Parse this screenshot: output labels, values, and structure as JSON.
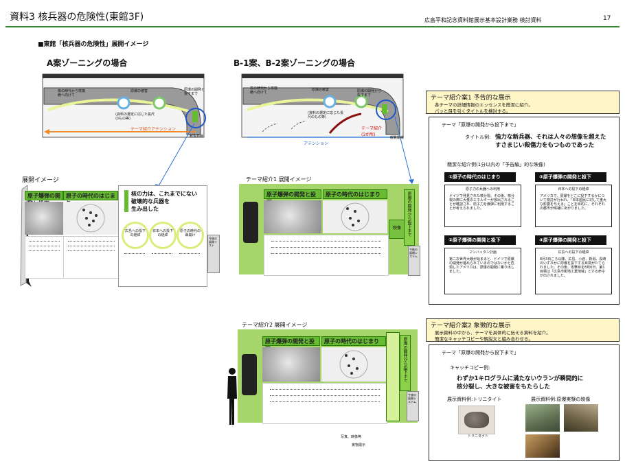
{
  "header": {
    "title": "資料3 核兵器の危険性(東館3F)",
    "subtitle": "広島平和記念資料館展示基本設計業務 検討資料",
    "page_number": "17"
  },
  "section_title": "■東館「核兵器の危険性」展開イメージ",
  "planA": {
    "heading": "A案ゾーニングの場合",
    "label_bomb_dev": "原爆の開発と投下まで",
    "label_atom_age": "核の時代から核廃絶へ向けて",
    "label_damage": "原爆の被害",
    "label_materials": "(資料の選定に応じた長尺のもの等)",
    "label_attention": "テーマ紹介アテンション",
    "label_route": "観覧動線"
  },
  "planB": {
    "heading": "B-1案、B-2案ゾーニングの場合",
    "label_bomb_dev": "原爆の開発から投下まで",
    "label_atom_age": "核の時代から核廃絶へ向けて",
    "label_damage": "原爆の被害",
    "label_materials": "(資料の選定に応じた長尺のもの等)",
    "label_theme": "テーマ紹介(3か所)",
    "label_attention": "アテンション",
    "label_route": "観覧動線"
  },
  "tenkai": {
    "title": "展開イメージ",
    "panel1": "原子爆弾の開発と投下",
    "panel2": "原子の時代のはじまり",
    "copy_line1": "核の力は、これまでにない",
    "copy_line2": "破壊的な兵器を",
    "copy_line3": "生み出した",
    "circle1": "広島への投下の経緯",
    "circle2": "日本への投下の経緯",
    "circle3": "原子の時代の幕開け",
    "side_note": "今後の展開リスト"
  },
  "theme1_scene": {
    "title": "テーマ紹介1 展開イメージ",
    "panel1": "原子爆弾の開発と投下",
    "panel2": "原子の時代のはじまり",
    "video_label": "映像",
    "vertical_label": "原爆の開発から投下まで",
    "side_note": "今後の展開システム"
  },
  "theme2_scene": {
    "title": "テーマ紹介2 展開イメージ",
    "panel1": "原子爆弾の開発と投下",
    "panel2": "原子の時代のはじまり",
    "vertical_label": "原爆の開発から投下まで",
    "side_note": "今後の展開システム",
    "note_photo": "写真、映像等",
    "note_real": "実物展示"
  },
  "theme1_box": {
    "title": "テーマ紹介案1 予告的な展示",
    "desc1": "各テーマの詳細情報のエッセンスを簡潔に紹介。",
    "desc2": "パッと目を引くタイトルを検討する。",
    "theme_line": "テーマ「原爆の開発から投下まで」",
    "title_example_label": "タイトル例:",
    "title_example_1": "強力な新兵器、それは人々の想像を超えた",
    "title_example_2": "すさまじい殺傷力をもつものであった",
    "intro_example": "簡潔な紹介例(1分以内の「予告編」的な映像)",
    "cards": [
      {
        "head": "①原子の時代のはじまり",
        "sub": "原子力の兵器への利用",
        "body": "ドイツで発見された核分裂。その後、核分裂の際に大量のエネルギーが放出されることが確認され、原子力を爆弾に利用することが考えられました。"
      },
      {
        "head": "③原子爆弾の開発と投下",
        "sub": "日本への投下の経緯",
        "body": "アメリカで、原爆をどこに投下するかについて検討が行われ、「日本国民に対して重大な影響を与える」ことを目的に、それぞれの都市が候補にあがりました。"
      },
      {
        "head": "②原子爆弾の開発と投下",
        "sub": "マンハッタン計画",
        "body": "第二次世界大戦が始まると、ドイツで原爆の開発が進められているのではないかと危惧したアメリカは、原爆の開発に乗り出しました。"
      },
      {
        "head": "④原子爆弾の開発と投下",
        "sub": "広島への投下の経緯",
        "body": "8月3日ころ以降、広島、小倉、新潟、長崎のいずれかに原爆を投下する目標がたてられました。その後、攻撃目を8月6日、第1目標は「広島市街地工業地域」とする命令が出されました。"
      }
    ]
  },
  "theme2_box": {
    "title": "テーマ紹介案2 象徴的な展示",
    "desc1": "展示資料の中から、テーマを具体的に伝える資料を紹介。",
    "desc2": "簡潔なキャッチコピーや解説文と組み合わせる。",
    "theme_line": "テーマ「原爆の開発から投下まで」",
    "catch_label": "キャッチコピー例:",
    "catch_1": "わずか1キログラムに満たないウランが瞬間的に",
    "catch_2": "核分裂し、大きな被害をもたらした",
    "material1_label": "展示資料例:トリニタイト",
    "material1_caption": "トリニタイト",
    "material2_label": "展示資料例:原爆実験の映像"
  },
  "colors": {
    "green": "#66bb33",
    "yellow_note": "#fff6c8",
    "rule": "#2f8a2f"
  }
}
